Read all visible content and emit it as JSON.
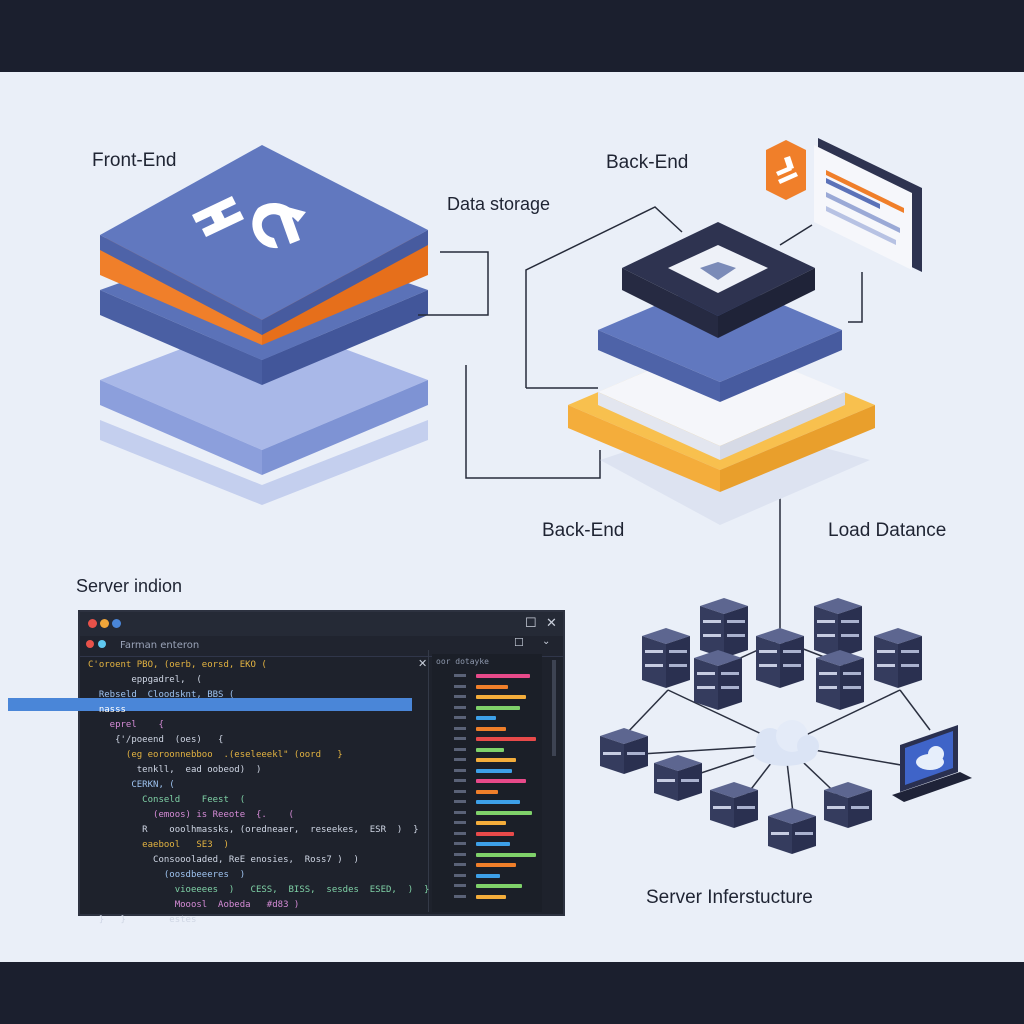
{
  "labels": {
    "front_end": "Front-End",
    "back_end_top": "Back-End",
    "data_storage": "Data storage",
    "back_end_mid": "Back-End",
    "load_balance": "Load Datance",
    "server_indion": "Server indion",
    "server_infra": "Server Inferstucture"
  },
  "editor": {
    "title": "Farman enteron",
    "panel_header": "oor dotayke",
    "code_lines": [
      "C'oroent PBO, (oerb, eorsd, EKO (",
      "        eppgadrel,  (",
      "  Rebseld  Cloodsknt, BBS (",
      "  nasss",
      "    eprel    {",
      "     {'/poeend  (oes)   {",
      "       (eg eoroonnebboo  .(eseleeekl\" (oord   }",
      "         tenkll,  ead oobeod)  )",
      "        CERKN, (",
      "          Conseld    Feest  (",
      "            (emoos) is Reeote  {.    (",
      "          R    ooolhmassks, (oredneaer,  reseekes,  ESR  )  }",
      "          eaebool   SE3  )",
      "            Consoooladed, ReE enosies,  Ross7 )  )",
      "              (oosdbeeeres  )",
      "                vioeeees  )   CESS,  BISS,  sesdes  ESED,  )  }",
      "                Mooosl  Aobeda   #d83 )",
      "  }   }        estes"
    ]
  },
  "colors": {
    "canvas": "#eaeff8",
    "navy": "#2e3350",
    "blue": "#5b72b8",
    "light_blue": "#8ea4dd",
    "orange": "#f07f2a",
    "yellow": "#f4ad3b",
    "editor_bg": "#1e222c",
    "highlight": "#4a86d8"
  },
  "icons": {
    "layer_top": "code-monogram-icon",
    "backend_chip": "upload-card-icon",
    "api_badge": "orange-hexagon-badge-icon",
    "cloud": "cloud-icon",
    "monitor": "monitor-cloud-icon"
  }
}
